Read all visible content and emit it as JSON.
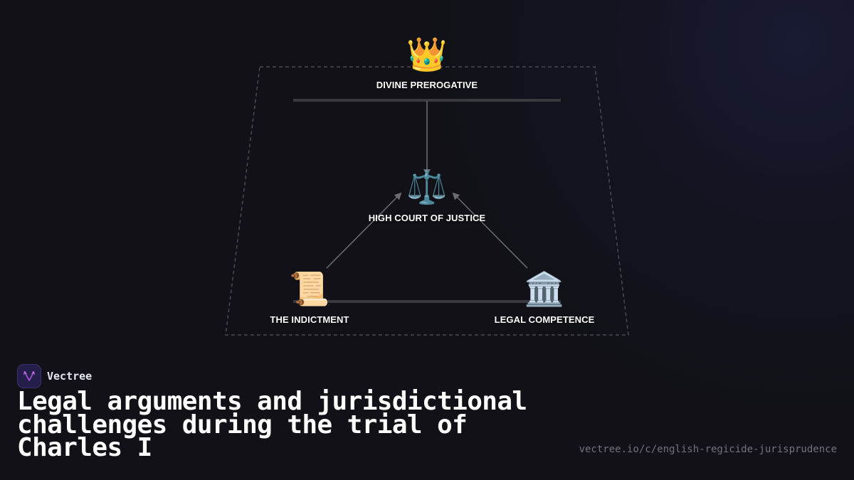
{
  "diagram": {
    "nodes": [
      {
        "id": "divine",
        "icon": "crown-icon",
        "glyph": "👑",
        "label": "DIVINE PREROGATIVE"
      },
      {
        "id": "court",
        "icon": "scales-icon",
        "glyph": "⚖️",
        "label": "HIGH COURT OF JUSTICE"
      },
      {
        "id": "indictment",
        "icon": "scroll-icon",
        "glyph": "📜",
        "label": "THE INDICTMENT"
      },
      {
        "id": "competence",
        "icon": "classical-building-icon",
        "glyph": "🏛️",
        "label": "LEGAL COMPETENCE"
      }
    ],
    "edges": [
      {
        "from": "DIVINE PREROGATIVE",
        "to": "HIGH COURT OF JUSTICE"
      },
      {
        "from": "THE INDICTMENT",
        "to": "HIGH COURT OF JUSTICE"
      },
      {
        "from": "LEGAL COMPETENCE",
        "to": "HIGH COURT OF JUSTICE"
      }
    ],
    "colors": {
      "background": "#111117",
      "dashed_border": "#4a4a52",
      "bar": "#3a3a3e",
      "arrow": "#6e6e72",
      "label": "#ffffff"
    }
  },
  "brand": {
    "name": "Vectree",
    "logo_icon": "vectree-logo-icon",
    "accent": "#a24bd6"
  },
  "title": "Legal arguments and jurisdictional challenges during the trial of Charles I",
  "url": "vectree.io/c/english-regicide-jurisprudence"
}
